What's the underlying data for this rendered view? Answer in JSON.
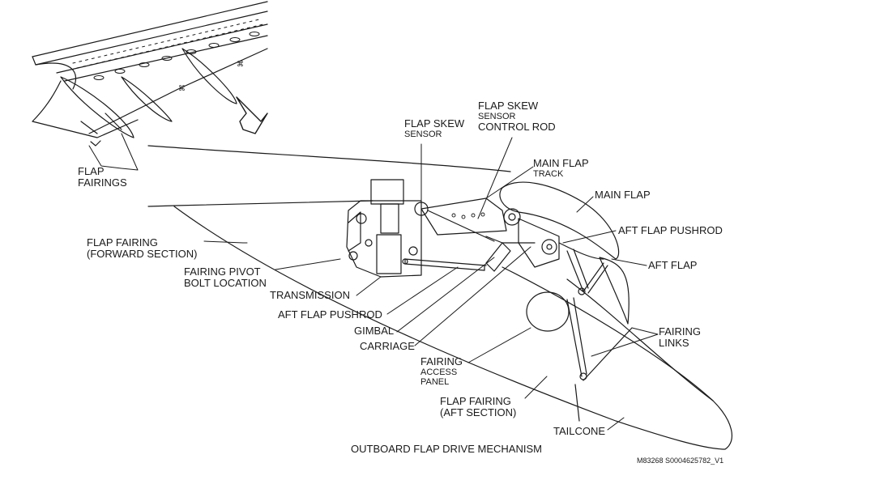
{
  "labels": {
    "flap_fairings_1": "FLAP",
    "flap_fairings_2": "FAIRINGS",
    "flap_skew_sensor_1": "FLAP SKEW",
    "flap_skew_sensor_2": "SENSOR",
    "skew_control_rod_1": "FLAP SKEW",
    "skew_control_rod_2": "SENSOR",
    "skew_control_rod_3": "CONTROL ROD",
    "main_flap_track_1": "MAIN FLAP",
    "main_flap_track_2": "TRACK",
    "main_flap": "MAIN FLAP",
    "aft_flap_pushrod_right": "AFT FLAP PUSHROD",
    "aft_flap": "AFT FLAP",
    "fairing_fwd_1": "FLAP FAIRING",
    "fairing_fwd_2": "(FORWARD SECTION)",
    "pivot_1": "FAIRING PIVOT",
    "pivot_2": "BOLT LOCATION",
    "transmission": "TRANSMISSION",
    "aft_flap_pushrod_left": "AFT FLAP PUSHROD",
    "gimbal": "GIMBAL",
    "carriage": "CARRIAGE",
    "access_1": "FAIRING",
    "access_2": "ACCESS",
    "access_3": "PANEL",
    "fairing_links_1": "FAIRING",
    "fairing_links_2": "LINKS",
    "fairing_aft_1": "FLAP FAIRING",
    "fairing_aft_2": "(AFT SECTION)",
    "tailcone": "TAILCONE",
    "title": "OUTBOARD FLAP DRIVE MECHANISM",
    "figure_ref": "M83268 S0004625782_V1"
  },
  "colors": {
    "ink": "#1a1a1a",
    "background": "#ffffff"
  }
}
